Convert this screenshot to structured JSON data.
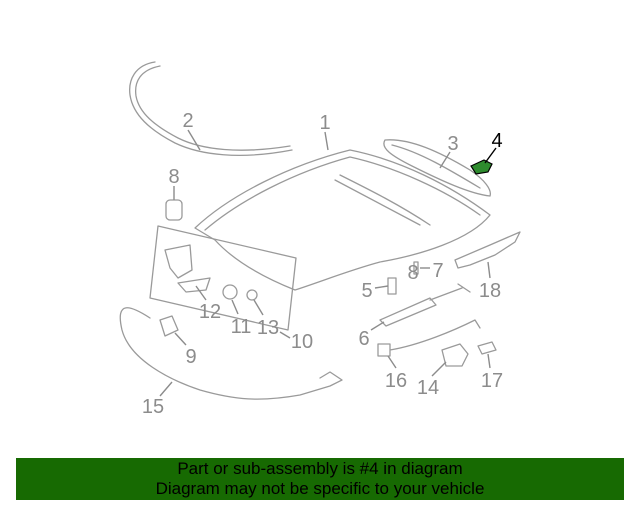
{
  "diagram": {
    "callouts": [
      "1",
      "2",
      "3",
      "4",
      "5",
      "6",
      "7",
      "8",
      "8",
      "9",
      "10",
      "11",
      "12",
      "13",
      "14",
      "15",
      "16",
      "17",
      "18"
    ],
    "highlighted_part": "4",
    "highlight_color": "#2e8b2e",
    "line_color": "#8c8c8c"
  },
  "banner": {
    "line1": "Part or sub-assembly is #4 in diagram",
    "line2": "Diagram may not be specific to your vehicle",
    "background": "#176a02"
  }
}
